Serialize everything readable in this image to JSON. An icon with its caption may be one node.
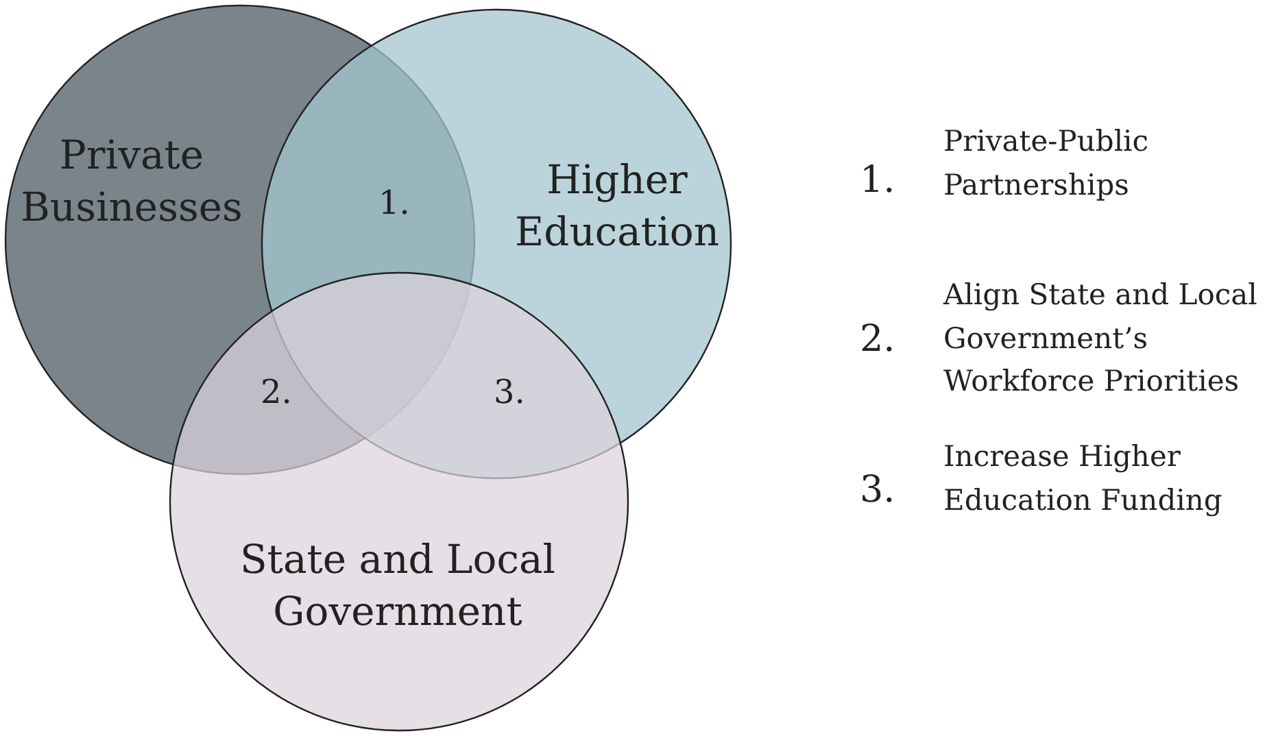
{
  "diagram": {
    "nodes": [
      {
        "text": [
          "Private Businesses"
        ]
      },
      {
        "text": [
          "Higher Education"
        ]
      },
      {
        "text": [
          "State and Local Government"
        ]
      }
    ],
    "labels": [
      "1.",
      "2.",
      "3.",
      "1.",
      "Private-Public Partnerships",
      "2.",
      "Align State and Local Government’s Workforce Priorities",
      "3.",
      "Increase Higher Education Funding"
    ]
  }
}
